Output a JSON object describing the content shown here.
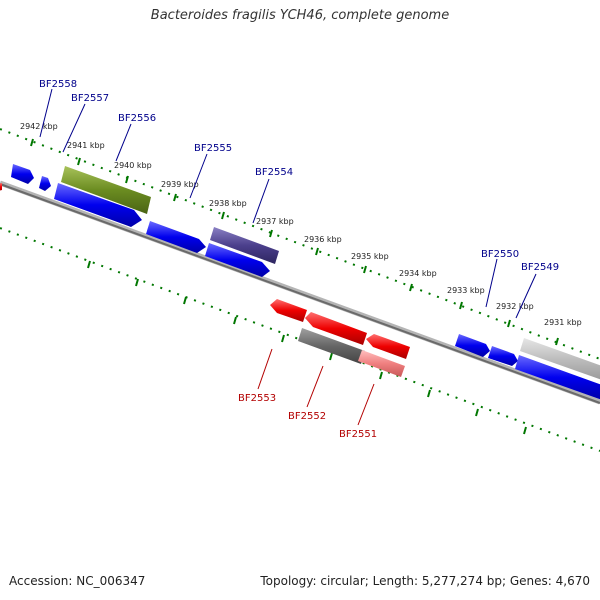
{
  "title": "Bacteroides fragilis YCH46, complete genome",
  "footer": {
    "accession": "Accession: NC_006347",
    "summary": "Topology: circular; Length: 5,277,274 bp; Genes: 4,670"
  },
  "colors": {
    "forward_gene": "#0000ee",
    "reverse_gene": "#ee0000",
    "forward_label": "#00008b",
    "reverse_label": "#b30000",
    "backbone": "#7a7a7a",
    "tick": "#007700",
    "highlight_green": "#6b8c21",
    "highlight_purple": "#4b3f8c",
    "highlight_gray": "#666666",
    "highlight_pink": "#f08080",
    "highlight_lightgray": "#bdbdbd"
  },
  "scale": {
    "kbp_labels": [
      "2942 kbp",
      "2941 kbp",
      "2940 kbp",
      "2939 kbp",
      "2938 kbp",
      "2937 kbp",
      "2936 kbp",
      "2935 kbp",
      "2934 kbp",
      "2933 kbp",
      "2932 kbp",
      "2931 kbp"
    ]
  },
  "gene_labels": {
    "top": [
      "BF2558",
      "BF2557",
      "BF2556",
      "BF2555",
      "BF2554",
      "BF2550",
      "BF2549"
    ],
    "bottom": [
      "BF2553",
      "BF2552",
      "BF2551"
    ]
  }
}
